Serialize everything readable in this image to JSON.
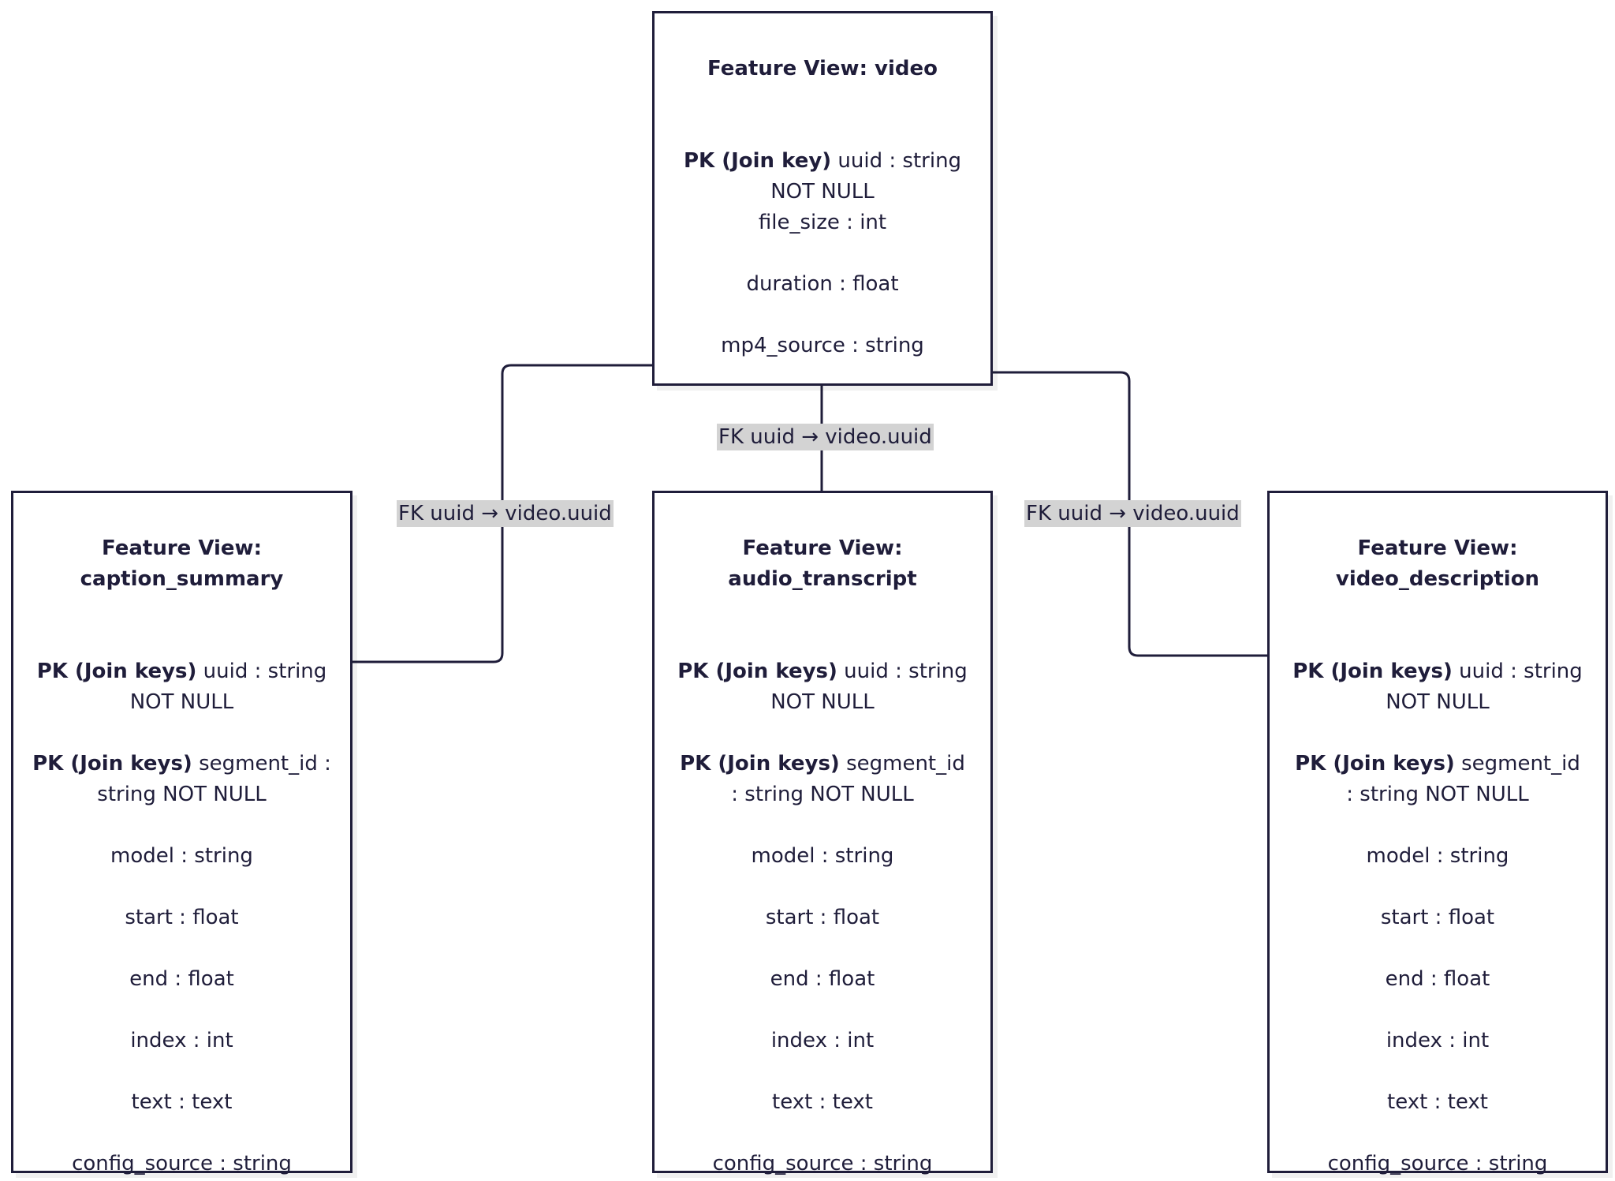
{
  "entities": {
    "video": {
      "title": "Feature View: video",
      "attributes": [
        {
          "pk": "PK (Join key)",
          "text": " uuid : string NOT NULL"
        },
        {
          "text": "file_size : int"
        },
        {
          "text": "duration : float"
        },
        {
          "text": "mp4_source : string"
        }
      ]
    },
    "caption_summary": {
      "title_line1": "Feature View:",
      "title_line2": "caption_summary",
      "attributes": [
        {
          "pk": "PK (Join keys)",
          "text": " uuid : string NOT NULL"
        },
        {
          "pk": "PK (Join keys)",
          "text": " segment_id : string NOT NULL"
        },
        {
          "text": "model : string"
        },
        {
          "text": "start : float"
        },
        {
          "text": "end : float"
        },
        {
          "text": "index : int"
        },
        {
          "text": "text : text"
        },
        {
          "text": "config_source : string"
        }
      ]
    },
    "audio_transcript": {
      "title_line1": "Feature View:",
      "title_line2": "audio_transcript",
      "attributes": [
        {
          "pk": "PK (Join keys)",
          "text": " uuid : string NOT NULL"
        },
        {
          "pk": "PK (Join keys)",
          "text": " segment_id : string NOT NULL"
        },
        {
          "text": "model : string"
        },
        {
          "text": "start : float"
        },
        {
          "text": "end : float"
        },
        {
          "text": "index : int"
        },
        {
          "text": "text : text"
        },
        {
          "text": "config_source : string"
        }
      ]
    },
    "video_description": {
      "title_line1": "Feature View:",
      "title_line2": "video_description",
      "attributes": [
        {
          "pk": "PK (Join keys)",
          "text": " uuid : string NOT NULL"
        },
        {
          "pk": "PK (Join keys)",
          "text": " segment_id : string NOT NULL"
        },
        {
          "text": "model : string"
        },
        {
          "text": "start : float"
        },
        {
          "text": "end : float"
        },
        {
          "text": "index : int"
        },
        {
          "text": "text : text"
        },
        {
          "text": "config_source : string"
        }
      ]
    }
  },
  "relationships": [
    {
      "from": "caption_summary",
      "to": "video",
      "label": "FK uuid → video.uuid"
    },
    {
      "from": "audio_transcript",
      "to": "video",
      "label": "FK uuid → video.uuid"
    },
    {
      "from": "video_description",
      "to": "video",
      "label": "FK uuid → video.uuid"
    }
  ],
  "colors": {
    "stroke": "#1f1d3a",
    "label_bg": "#d3d3d3"
  }
}
